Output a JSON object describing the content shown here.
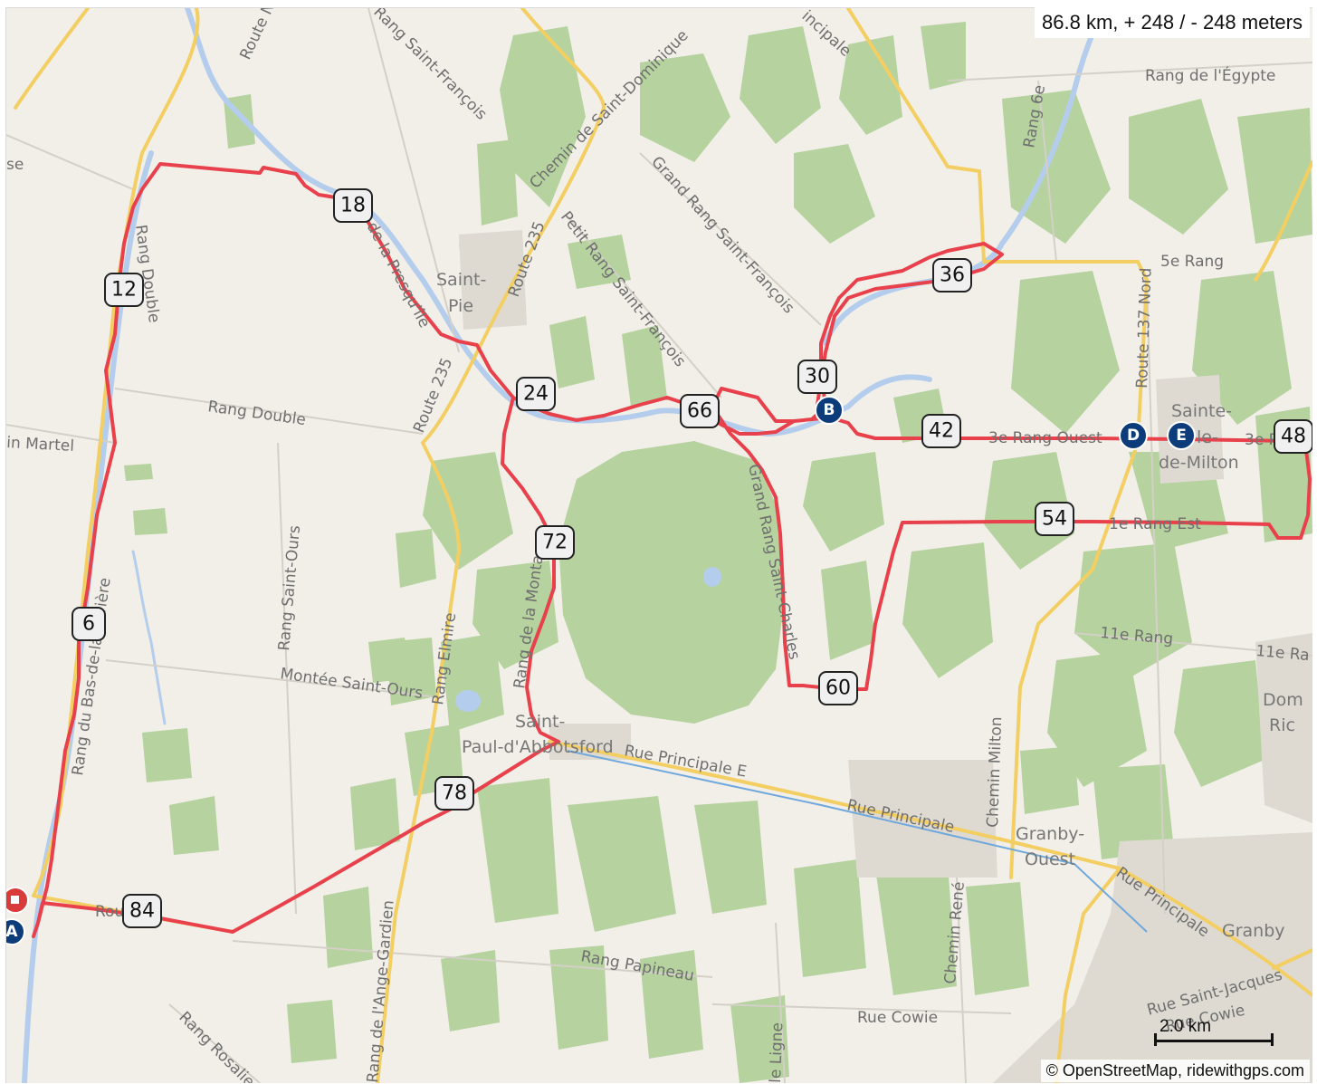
{
  "stats": "86.8 km, + 248 / - 248 meters",
  "attribution": "© OpenStreetMap, ridewithgps.com",
  "scale_label": "2.0 km",
  "colors": {
    "land": "#f2efe9",
    "forest": "#b5d29f",
    "route": "#e8414c",
    "road": "#f3cf63",
    "river": "#b5cdec",
    "waypoint": "#0d3c7a"
  },
  "road_labels": [
    "Route N",
    "Rang Saint-François",
    "incipale",
    "Chemin de Saint-Dominique",
    "Grand Rang Saint-François",
    "Rang 6e",
    "Rang de l'Égypte",
    "Petit Rang Saint-François",
    "Route 235",
    "5e Rang",
    "Route 137 Nord",
    "de la Presqu'île",
    "Route 235",
    "Rang Double",
    "in Martel",
    "se",
    "Rang Double",
    "Rang Saint-Ours",
    "Montée Saint-Ours",
    "Rang Elmire",
    "Rang de la Montagne",
    "Grand Rang Saint-Charles",
    "3e Rang Ouest",
    "3e R",
    "1e Rang Est",
    "11e Rang",
    "11e Ra",
    "Chemin Milton",
    "Rue Principale E",
    "Rue Principale",
    "Rue Principale",
    "Chemin René",
    "Rang Papineau",
    "Rue Cowie",
    "Rue Saint-Jacques",
    "Rue Cowie",
    "Rang Rosalie",
    "Rang de l'Ange-Gardien",
    "le Ligne",
    "Rang du Bas-de-la-Rivière",
    "Route 2"
  ],
  "town_labels": [
    "Saint-",
    "Pie",
    "Sainte-",
    "de-Milton",
    "Saint-",
    "Paul-d'Abbotsford",
    "Granby-",
    "Ouest",
    "Granby",
    "Dom",
    "Ric",
    "le-"
  ],
  "distance_markers": [
    "6",
    "12",
    "18",
    "24",
    "30",
    "36",
    "42",
    "48",
    "54",
    "60",
    "66",
    "72",
    "78",
    "84"
  ],
  "waypoints": [
    "A",
    "B",
    "D",
    "E"
  ]
}
